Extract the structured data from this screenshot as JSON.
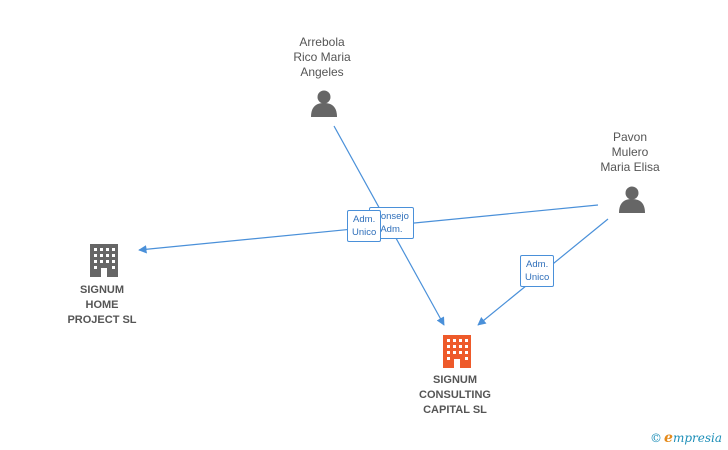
{
  "nodes": {
    "person_arrebola": {
      "label": "Arrebola\nRico Maria\nAngeles"
    },
    "person_pavon": {
      "label": "Pavon\nMulero\nMaria Elisa"
    },
    "company_home": {
      "label": "SIGNUM\nHOME\nPROJECT  SL"
    },
    "company_consulting": {
      "label": "SIGNUM\nCONSULTING\nCAPITAL  SL"
    }
  },
  "edges": [
    {
      "label_back": "Consejo\nAdm.",
      "label": "Adm.\nUnico"
    },
    {
      "label": "Adm.\nUnico"
    }
  ],
  "edge_label_c": "Adm.\nUnico",
  "colors": {
    "edge": "#4a90d9",
    "person_icon": "#666666",
    "company_icon": "#666666",
    "company_highlight": "#ee5a2a"
  },
  "footer": {
    "copyright_symbol": "©",
    "brand": "mpresia",
    "brand_initial": "e"
  }
}
